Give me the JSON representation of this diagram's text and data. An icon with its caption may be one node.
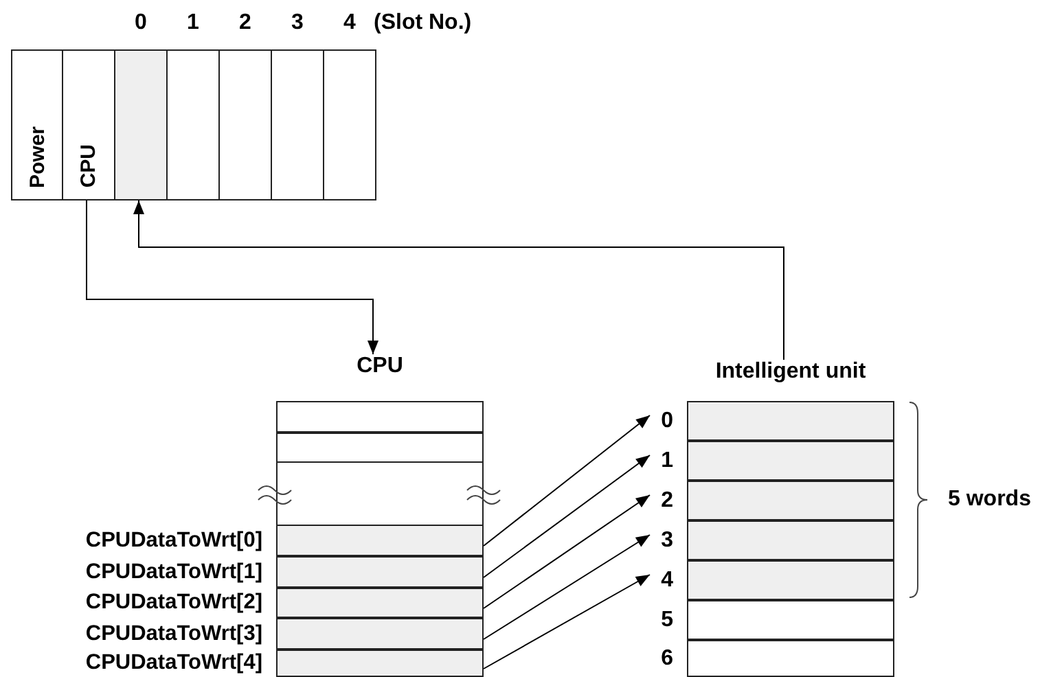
{
  "diagram": {
    "nodes": [
      {
        "text": [
          "Power"
        ]
      },
      {
        "text": [
          "CPU"
        ]
      },
      {
        "text": [],
        "shape": "box"
      },
      {
        "text": [],
        "shape": "box"
      },
      {
        "text": [],
        "shape": "box"
      },
      {
        "text": [],
        "shape": "box"
      },
      {
        "text": [],
        "shape": "box"
      },
      {
        "text": [
          "CPU"
        ]
      },
      {
        "text": [],
        "shape": "box",
        "in": 7
      },
      {
        "text": [],
        "shape": "box",
        "in": 7
      },
      {
        "text": [],
        "shape": "box",
        "in": 7,
        "beside": [
          "CPUDataToWrt[0]"
        ]
      },
      {
        "text": [],
        "shape": "box",
        "in": 7,
        "beside": [
          "CPUDataToWrt[1]"
        ]
      },
      {
        "text": [],
        "shape": "box",
        "in": 7,
        "beside": [
          "CPUDataToWrt[2]"
        ]
      },
      {
        "text": [],
        "shape": "box",
        "in": 7,
        "beside": [
          "CPUDataToWrt[3]"
        ]
      },
      {
        "text": [],
        "shape": "box",
        "in": 7,
        "beside": [
          "CPUDataToWrt[4]"
        ]
      },
      {
        "text": [
          "Intelligent unit"
        ]
      },
      {
        "text": [],
        "shape": "box",
        "in": 15,
        "beside": [
          "0"
        ]
      },
      {
        "text": [],
        "shape": "box",
        "in": 15,
        "beside": [
          "1"
        ]
      },
      {
        "text": [],
        "shape": "box",
        "in": 15,
        "beside": [
          "2"
        ]
      },
      {
        "text": [],
        "shape": "box",
        "in": 15,
        "beside": [
          "3"
        ]
      },
      {
        "text": [],
        "shape": "box",
        "in": 15,
        "beside": [
          "4"
        ]
      },
      {
        "text": [],
        "shape": "box",
        "in": 15,
        "beside": [
          "5"
        ]
      },
      {
        "text": [],
        "shape": "box",
        "in": 15,
        "beside": [
          "6"
        ]
      },
      {
        "text": [],
        "shape": "box",
        "in": 7
      }
    ],
    "edges": [
      {
        "from": 1,
        "to": 7,
        "arrow": "to"
      },
      {
        "from": 15,
        "to": 2,
        "arrow": "to"
      },
      {
        "from": 10,
        "to": 16,
        "arrow": "to"
      },
      {
        "from": 11,
        "to": 17,
        "arrow": "to"
      },
      {
        "from": 12,
        "to": 18,
        "arrow": "to"
      },
      {
        "from": 13,
        "to": 19,
        "arrow": "to"
      },
      {
        "from": 14,
        "to": 20,
        "arrow": "to"
      }
    ],
    "labels": [
      "0",
      "1",
      "2",
      "3",
      "4",
      "(Slot No.)",
      "5 words"
    ]
  }
}
